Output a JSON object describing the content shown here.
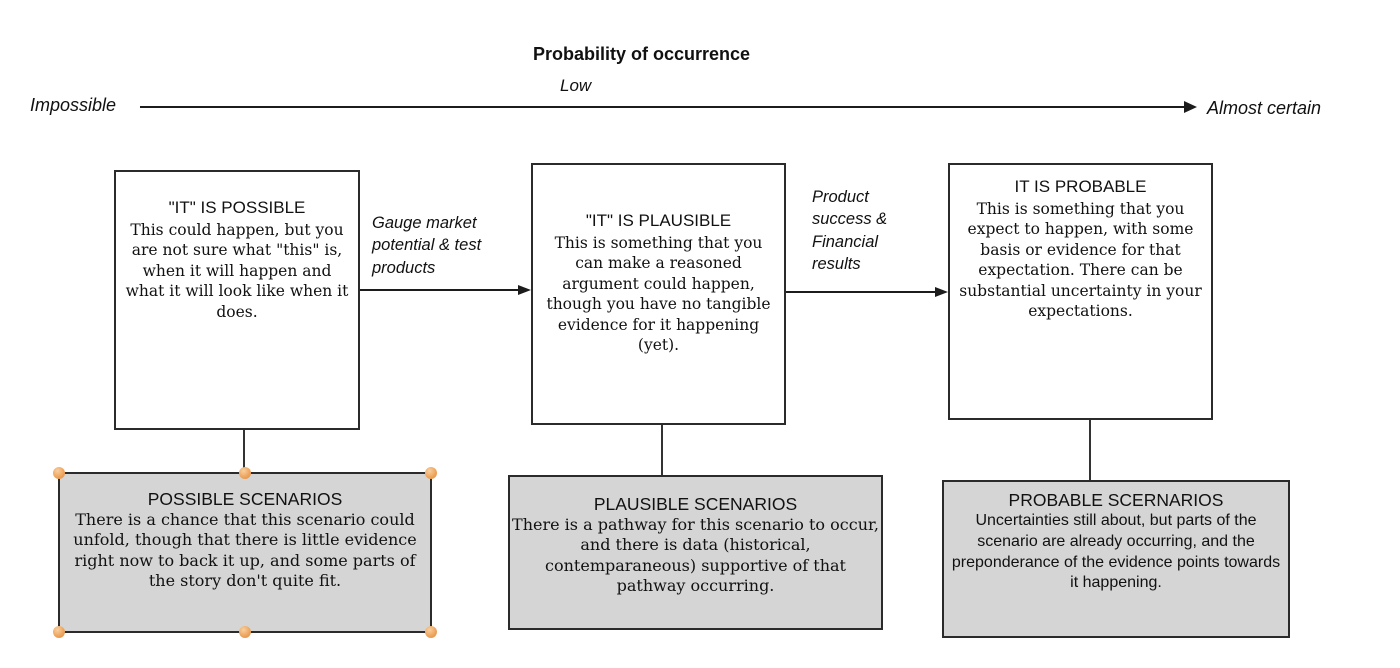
{
  "axis": {
    "title": "Probability of occurrence",
    "sublabel": "Low",
    "left_label": "Impossible",
    "right_label": "Almost certain"
  },
  "flow": {
    "boxes": [
      {
        "title": "\"IT\" IS POSSIBLE",
        "body": "This could happen, but you are not sure what \"this\" is, when it will happen and what it will look like when it does."
      },
      {
        "title": "\"IT\" IS PLAUSIBLE",
        "body": "This is something that you can make a reasoned argument could happen, though you have no tangible evidence for it happening (yet)."
      },
      {
        "title": "IT IS PROBABLE",
        "body": "This is something that you expect to happen, with some basis or evidence for that expectation. There can be substantial uncertainty in your expectations."
      }
    ],
    "arrows": [
      {
        "label": "Gauge market\npotential & test\nproducts"
      },
      {
        "label": "Product\nsuccess &\nFinancial\nresults"
      }
    ]
  },
  "scenarios": [
    {
      "title": "POSSIBLE SCENARIOS",
      "body": "There is a chance that this scenario could unfold, though that there is little evidence right now to back it up, and some parts of the story don't quite fit.",
      "selected": true
    },
    {
      "title": "PLAUSIBLE SCENARIOS",
      "body": "There is a pathway for this scenario to occur, and there is data (historical, contemparaneous)  supportive of that pathway occurring.",
      "selected": false
    },
    {
      "title": "PROBABLE SCERNARIOS",
      "body": "Uncertainties still about, but parts of the scenario are already occurring, and the preponderance of the evidence points towards it happening.",
      "selected": false
    }
  ],
  "colors": {
    "scenario_fill": "#d5d5d5",
    "shape_border": "#2b2b2b",
    "line": "#1c1c1c",
    "selection_handle": "#eda158"
  }
}
